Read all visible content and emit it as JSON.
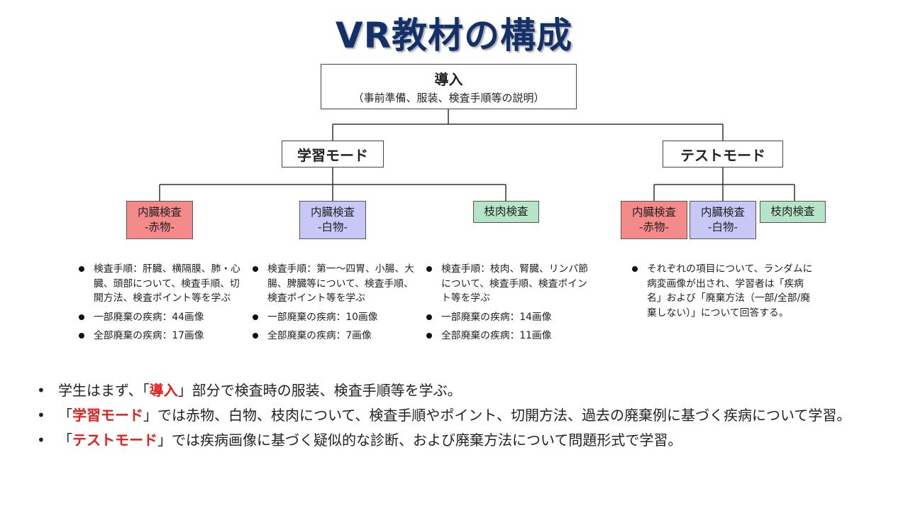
{
  "title": "VR教材の構成",
  "accent_color": "#e0201c",
  "intro": {
    "label": "導入",
    "sub": "（事前準備、服装、検査手順等の説明）"
  },
  "learning_mode": {
    "label": "学習モード",
    "leaves": [
      {
        "line1": "内臓検査",
        "line2": "-赤物-",
        "color": "#f58a8a",
        "bullets": [
          "検査手順：肝臓、横隔膜、肺・心臓、頭部について、検査手順、切開方法、検査ポイント等を学ぶ",
          "一部廃棄の疾病：44画像",
          "全部廃棄の疾病：17画像"
        ]
      },
      {
        "line1": "内臓検査",
        "line2": "-白物-",
        "color": "#c8c8f6",
        "bullets": [
          "検査手順：第一～四胃、小腸、大腸、脾臓等について、検査手順、検査ポイント等を学ぶ",
          "一部廃棄の疾病：10画像",
          "全部廃棄の疾病：7画像"
        ]
      },
      {
        "line1": "枝肉検査",
        "color": "#b5e5c6",
        "bullets": [
          "検査手順：枝肉、腎臓、リンパ節について、検査手順、検査ポイント等を学ぶ",
          "一部廃棄の疾病：14画像",
          "全部廃棄の疾病：11画像"
        ]
      }
    ]
  },
  "test_mode": {
    "label": "テストモード",
    "leaves": [
      {
        "line1": "内臓検査",
        "line2": "-赤物-",
        "color": "#f58a8a"
      },
      {
        "line1": "内臓検査",
        "line2": "-白物-",
        "color": "#c8c8f6"
      },
      {
        "line1": "枝肉検査",
        "color": "#b5e5c6"
      }
    ],
    "bullets": [
      "それぞれの項目について、ランダムに病変画像が出され、学習者は「疾病名」および「廃棄方法（一部/全部/廃棄しない）」について回答する。"
    ]
  },
  "summary": [
    {
      "before": "学生はまず、「",
      "accent": "導入",
      "after": "」部分で検査時の服装、検査手順等を学ぶ。"
    },
    {
      "before": "「",
      "accent": "学習モード",
      "after": "」では赤物、白物、枝肉について、検査手順やポイント、切開方法、過去の廃棄例に基づく疾病について学習。"
    },
    {
      "before": "「",
      "accent": "テストモード",
      "after": "」では疾病画像に基づく疑似的な診断、および廃棄方法について問題形式で学習。"
    }
  ]
}
